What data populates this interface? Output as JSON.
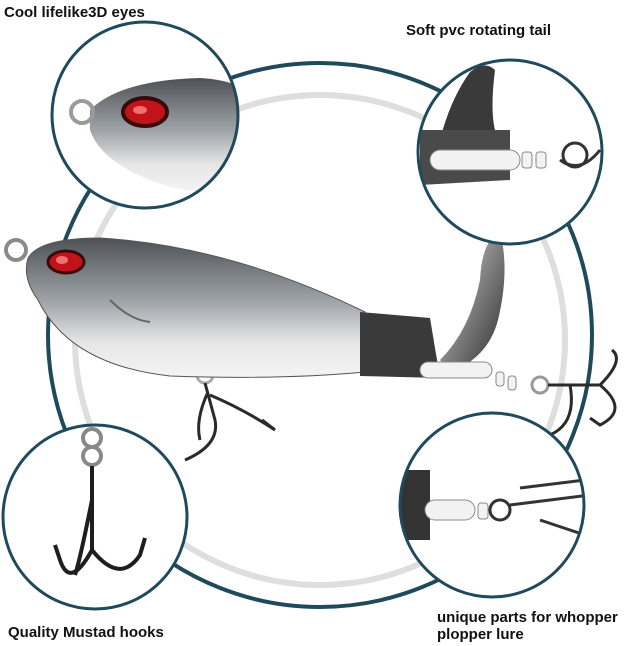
{
  "callouts": {
    "eyes": "Cool lifelike3D eyes",
    "tail": "Soft pvc rotating tail",
    "hooks": "Quality Mustad hooks",
    "parts": "unique parts for whopper plopper lure"
  },
  "colors": {
    "ring": "#1f4a5c",
    "inner_ring": "#dcdcdc",
    "fish_body": "#9aa0a6",
    "eye": "#c0141a"
  }
}
